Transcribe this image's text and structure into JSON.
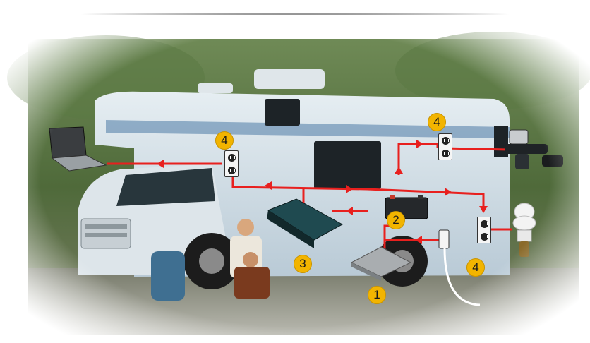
{
  "callouts": {
    "one": "1",
    "two": "2",
    "three": "3",
    "four_left": "4",
    "four_top": "4",
    "four_bottom": "4"
  },
  "colors": {
    "wire": "#e8201e",
    "badge": "#f2b400",
    "rule": "#6f6f6f"
  },
  "icons": [
    "laptop-icon",
    "cordless-drill-icon",
    "cfl-bulb-icon",
    "power-inverter-icon",
    "battery-icon",
    "ac-outlet-icon",
    "shore-power-plug-icon"
  ]
}
